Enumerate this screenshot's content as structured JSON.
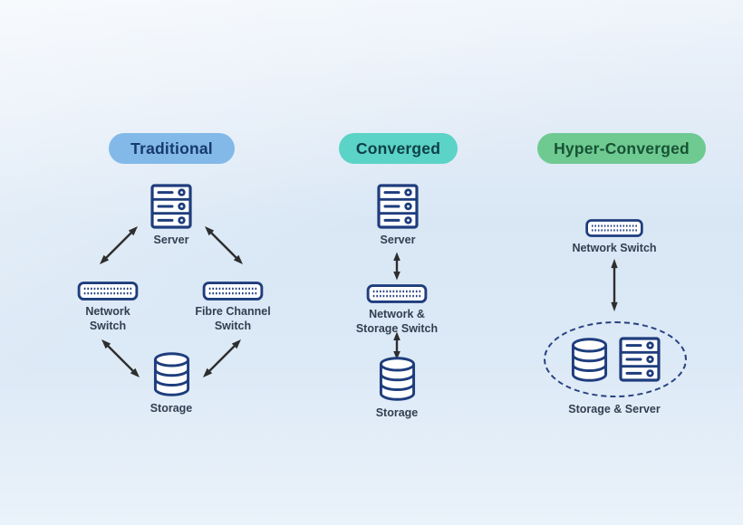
{
  "columns": {
    "traditional": {
      "header": "Traditional",
      "server_label": "Server",
      "network_switch_lines": [
        "Network",
        "Switch"
      ],
      "fibre_switch_lines": [
        "Fibre Channel",
        "Switch"
      ],
      "storage_label": "Storage"
    },
    "converged": {
      "header": "Converged",
      "server_label": "Server",
      "switch_lines": [
        "Network &",
        "Storage Switch"
      ],
      "storage_label": "Storage"
    },
    "hyper_converged": {
      "header": "Hyper-Converged",
      "network_switch_label": "Network Switch",
      "cluster_label": "Storage & Server"
    }
  },
  "colors": {
    "traditional_pill": "#82b9e8",
    "traditional_pill_text": "#17396b",
    "converged_pill": "#5bd3c6",
    "converged_pill_text": "#0f4049",
    "hyper_pill": "#6fca92",
    "hyper_pill_text": "#175334",
    "icon_stroke": "#1e3d7d",
    "arrow": "#2e2e2e",
    "label_text": "#333f50",
    "dashed_ellipse": "#27417f",
    "background_center": "#d9e7f5",
    "background_edge": "#eef4fb"
  }
}
